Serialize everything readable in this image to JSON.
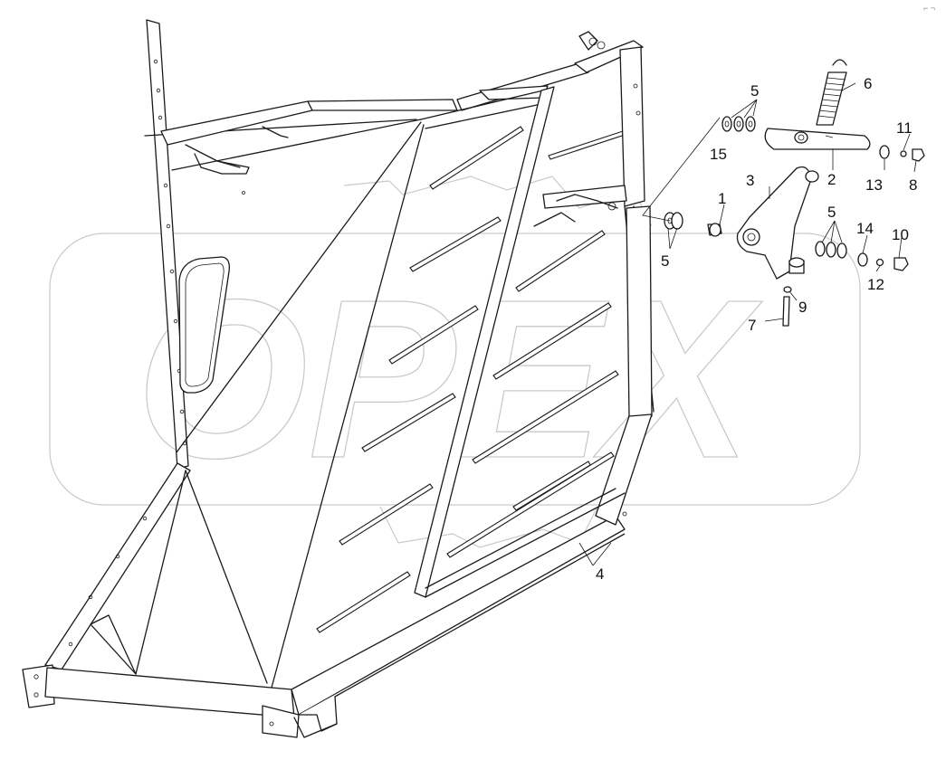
{
  "watermark": {
    "text": "OPEX",
    "color": "#c9c9c9"
  },
  "callouts": [
    {
      "id": "c1",
      "label": "1"
    },
    {
      "id": "c2",
      "label": "2"
    },
    {
      "id": "c3",
      "label": "3"
    },
    {
      "id": "c4",
      "label": "4"
    },
    {
      "id": "c5a",
      "label": "5"
    },
    {
      "id": "c5b",
      "label": "5"
    },
    {
      "id": "c5c",
      "label": "5"
    },
    {
      "id": "c6",
      "label": "6"
    },
    {
      "id": "c7",
      "label": "7"
    },
    {
      "id": "c8",
      "label": "8"
    },
    {
      "id": "c9",
      "label": "9"
    },
    {
      "id": "c10",
      "label": "10"
    },
    {
      "id": "c11",
      "label": "11"
    },
    {
      "id": "c12",
      "label": "12"
    },
    {
      "id": "c13",
      "label": "13"
    },
    {
      "id": "c14",
      "label": "14"
    },
    {
      "id": "c15",
      "label": "15"
    }
  ],
  "corner_mark": "⌐ ¬"
}
